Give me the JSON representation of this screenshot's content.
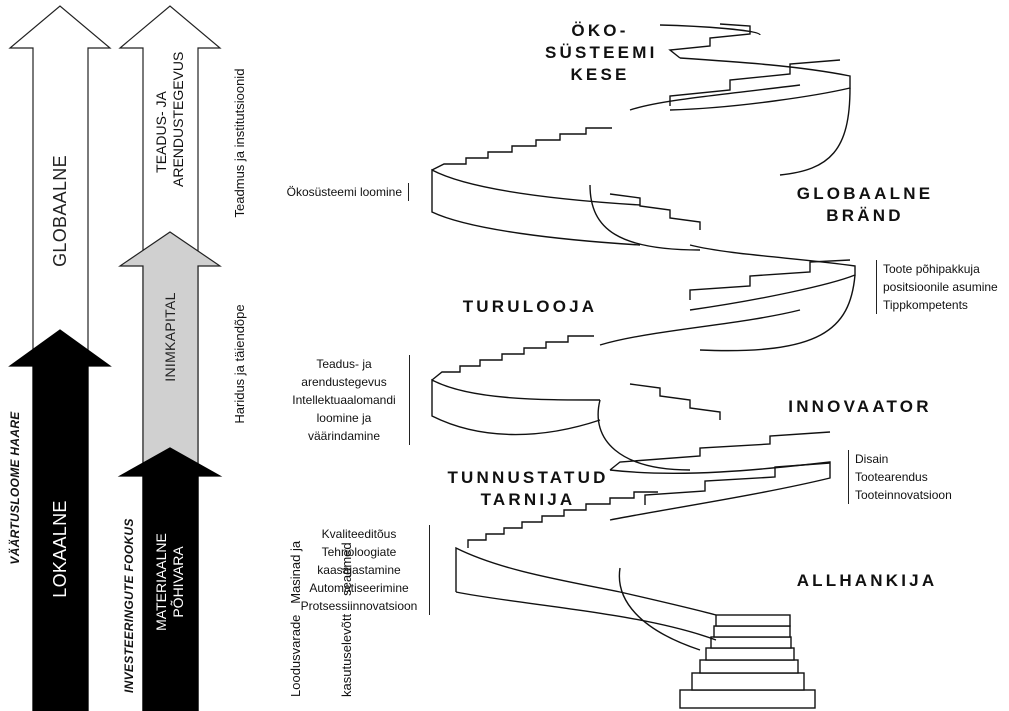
{
  "left_column": {
    "axis_label": "VÄÄRTUSLOOME HAARE",
    "arrow_upper": "GLOBAALNE",
    "arrow_lower": "LOKAALNE"
  },
  "middle_column": {
    "axis_label": "INVESTEERINGUTE FOOKUS",
    "arrow_top": "TEADUS- JA ARENDUSTEGEVUS",
    "arrow_top_lines": [
      "TEADUS- JA",
      "ARENDUSTEGEVUS"
    ],
    "arrow_mid": "INIMKAPITAL",
    "arrow_bottom": "MATERIAALNE PÕHIVARA",
    "arrow_bottom_lines": [
      "MATERIAALNE",
      "PÕHIVARA"
    ]
  },
  "side_labels": {
    "top": "Teadmus ja institutsioonid",
    "middle": "Haridus ja täiendõpe",
    "bottom_lines": [
      "Loodusvarade   Masinad ja",
      "kasutuselevõtt     seadmed"
    ]
  },
  "stages": {
    "okosysteem": [
      "ÖKO-",
      "SÜSTEEMI",
      "KESE"
    ],
    "globaalne_brand": [
      "GLOBAALNE",
      "BRÄND"
    ],
    "turulooja": [
      "TURULOOJA"
    ],
    "innovaator": [
      "INNOVAATOR"
    ],
    "tunnustatud": [
      "TUNNUSTATUD",
      "TARNIJA"
    ],
    "allhankija": [
      "ALLHANKIJA"
    ]
  },
  "notes": {
    "okosysteem_loomine": [
      "Ökosüsteemi loomine"
    ],
    "globaalne": [
      "Toote põhipakkuja",
      "positsioonile asumine",
      "Tippkompetents"
    ],
    "turulooja": [
      "Teadus- ja",
      "arendustegevus",
      "Intellektuaalomandi",
      "loomine ja",
      "väärindamine"
    ],
    "innovaator": [
      "Disain",
      "Tootearendus",
      "Tooteinnovatsioon"
    ],
    "tunnustatud": [
      "Kvaliteeditõus",
      "Tehnoloogiate",
      "kaasajastamine",
      "Automatiseerimine",
      "Protsessiinnovatsioon"
    ]
  }
}
